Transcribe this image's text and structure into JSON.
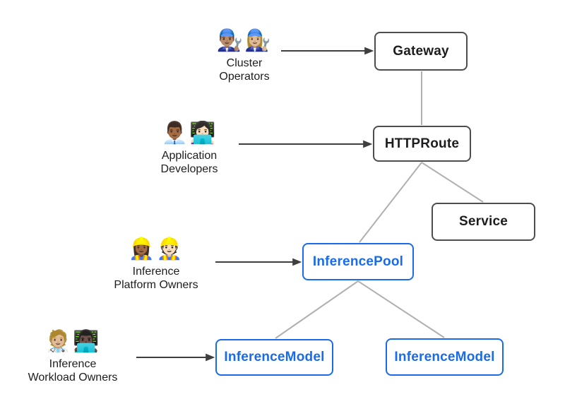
{
  "personas": [
    {
      "name": "Cluster Operators",
      "emojis": "👨🏽‍🔧👩🏼‍🔧",
      "line1": "Cluster",
      "line2": "Operators"
    },
    {
      "name": "Application Developers",
      "emojis": "👨🏾‍💼👩🏻‍💻",
      "line1": "Application",
      "line2": "Developers"
    },
    {
      "name": "Inference Platform Owners",
      "emojis": "👷🏾‍♀️👷🏻",
      "line1": "Inference",
      "line2": "Platform Owners"
    },
    {
      "name": "Inference Workload Owners",
      "emojis": "🧑🏼‍⚕️👨🏿‍💻",
      "line1": "Inference",
      "line2": "Workload Owners"
    }
  ],
  "nodes": [
    {
      "id": "gateway",
      "label": "Gateway",
      "style": "dark"
    },
    {
      "id": "httproute",
      "label": "HTTPRoute",
      "style": "dark"
    },
    {
      "id": "service",
      "label": "Service",
      "style": "dark"
    },
    {
      "id": "inferencepool",
      "label": "InferencePool",
      "style": "blue"
    },
    {
      "id": "inferencemodel-1",
      "label": "InferenceModel",
      "style": "blue"
    },
    {
      "id": "inferencemodel-2",
      "label": "InferenceModel",
      "style": "blue"
    }
  ],
  "edges": [
    {
      "from": "Gateway",
      "to": "HTTPRoute",
      "type": "gray-line"
    },
    {
      "from": "HTTPRoute",
      "to": "InferencePool",
      "type": "gray-line"
    },
    {
      "from": "HTTPRoute",
      "to": "Service",
      "type": "gray-line"
    },
    {
      "from": "InferencePool",
      "to": "InferenceModel-1",
      "type": "gray-line"
    },
    {
      "from": "InferencePool",
      "to": "InferenceModel-2",
      "type": "gray-line"
    }
  ],
  "persona_arrows": [
    {
      "from": "Cluster Operators",
      "to": "Gateway"
    },
    {
      "from": "Application Developers",
      "to": "HTTPRoute"
    },
    {
      "from": "Inference Platform Owners",
      "to": "InferencePool"
    },
    {
      "from": "Inference Workload Owners",
      "to": "InferenceModel-1"
    }
  ],
  "colors": {
    "background": "#ffffff",
    "node_border_dark": "#4d4d4d",
    "node_text_dark": "#1d1d1f",
    "node_border_blue": "#1a6bea",
    "node_text_blue": "#1a6bea",
    "connector_gray": "#b0b0b0",
    "arrow_dark": "#3f3f3f",
    "persona_text": "#1d1d1f"
  }
}
